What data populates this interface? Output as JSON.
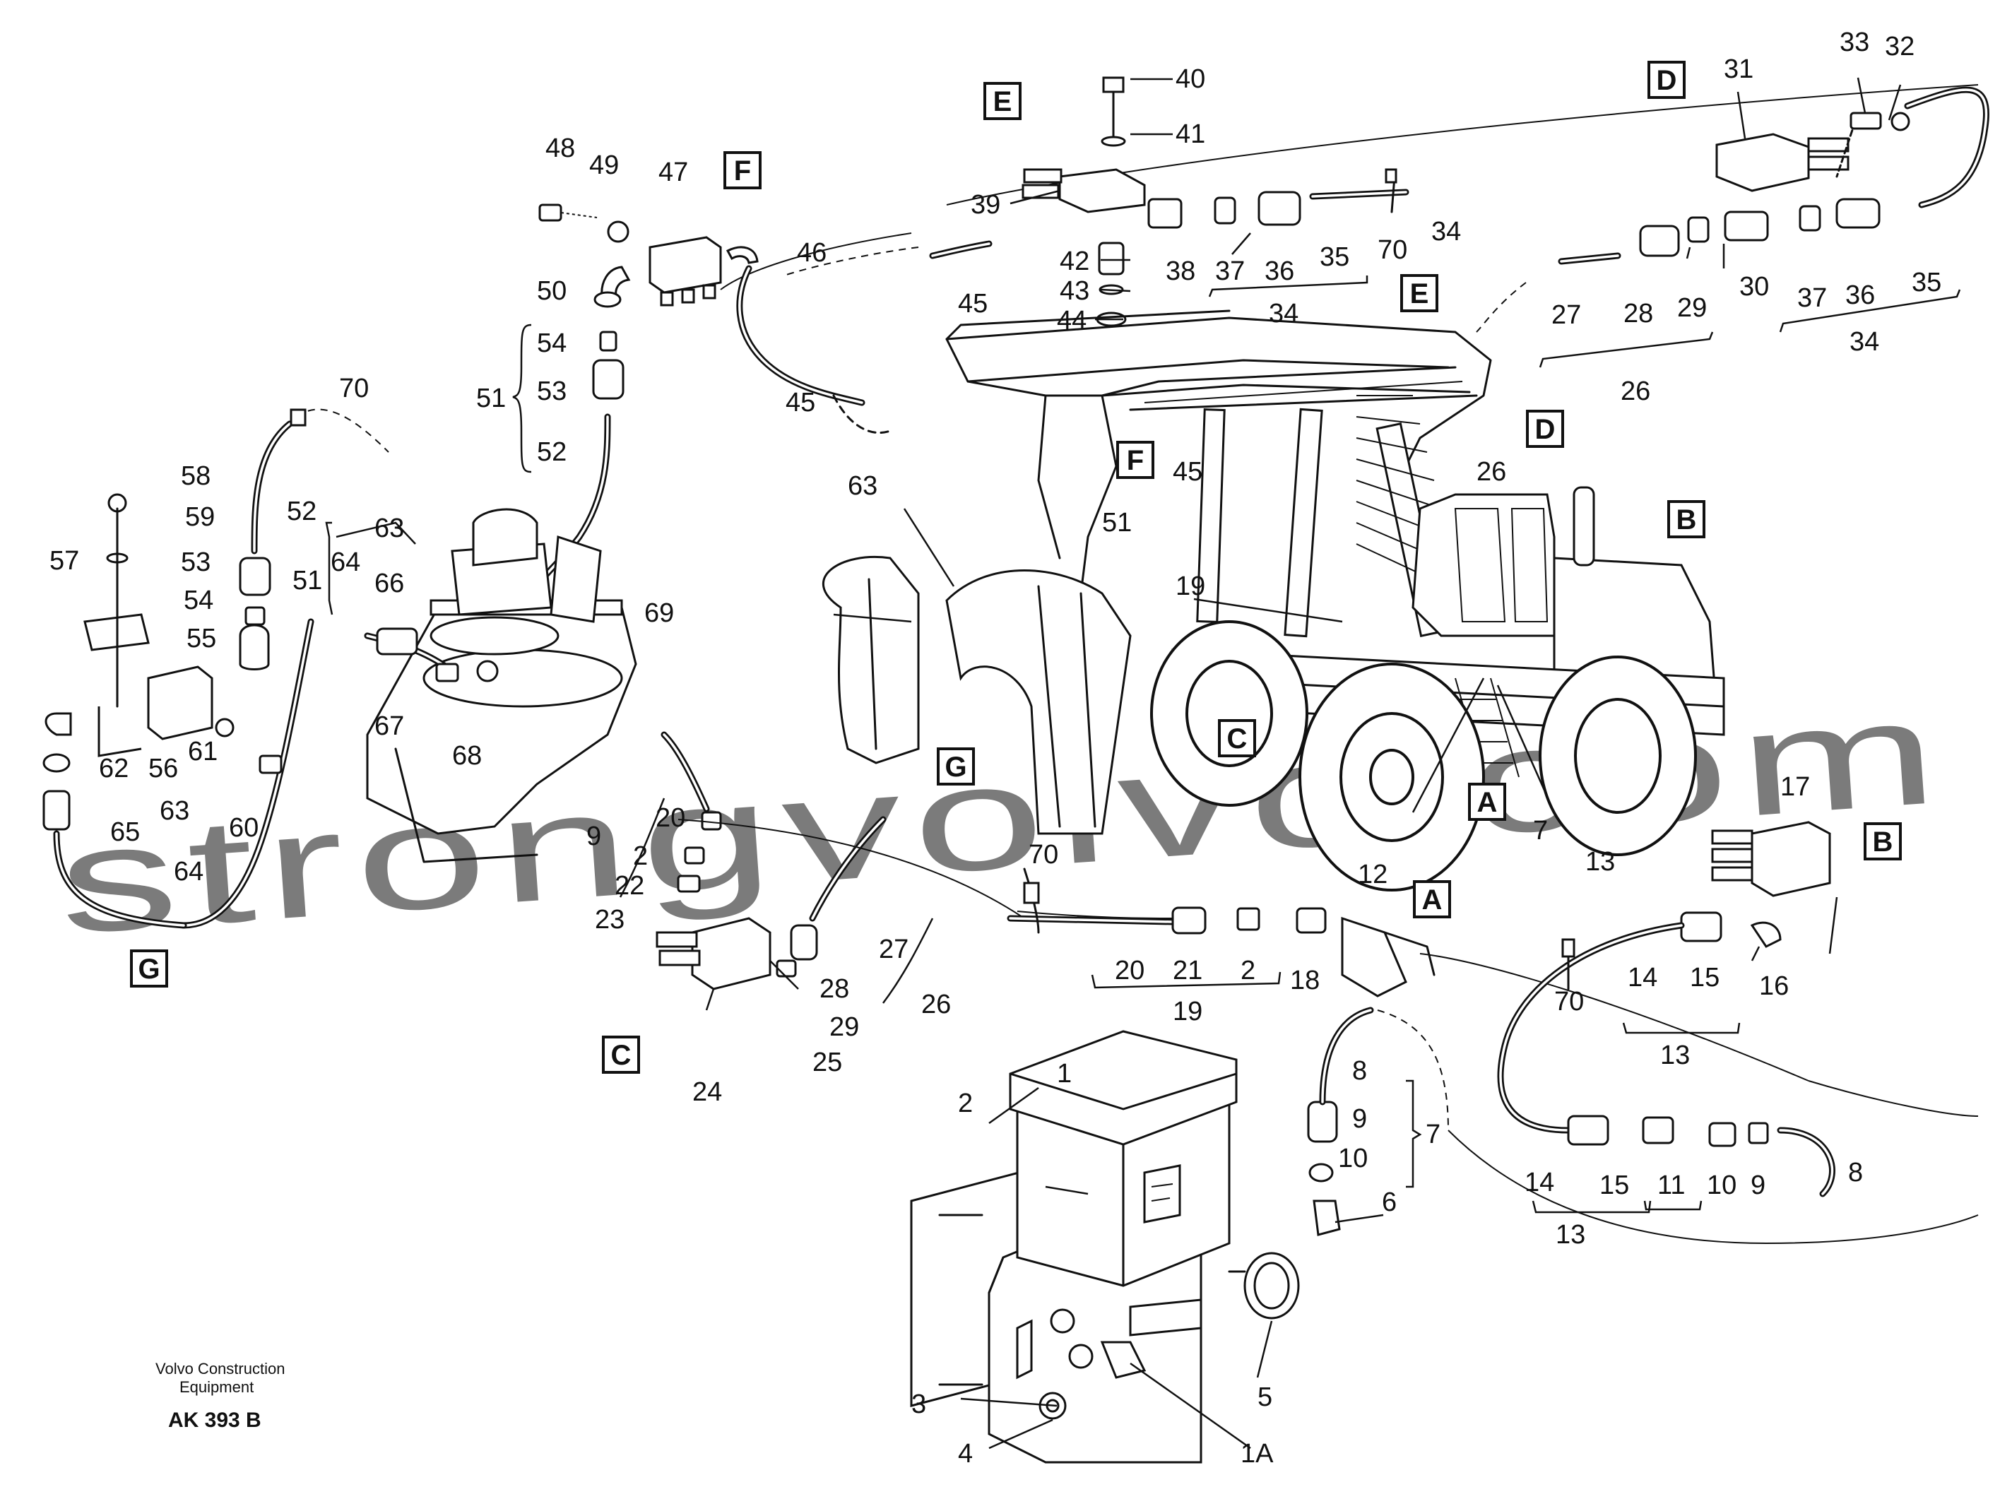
{
  "caption": {
    "company_line1": "Volvo Construction",
    "company_line2": "Equipment",
    "code": "AK 393 B"
  },
  "watermark": "strongvolvo.com",
  "colors": {
    "line": "#111111",
    "watermark": "#e8a0a0",
    "background": "#ffffff"
  },
  "detail_letters": [
    "E",
    "F",
    "D",
    "E",
    "F",
    "D",
    "B",
    "C",
    "G",
    "A",
    "B",
    "A",
    "C",
    "G"
  ],
  "part_numbers": [
    "40",
    "41",
    "39",
    "42",
    "43",
    "44",
    "38",
    "37",
    "36",
    "35",
    "70",
    "45",
    "34",
    "31",
    "33",
    "32",
    "34",
    "27",
    "28",
    "29",
    "30",
    "37",
    "36",
    "35",
    "26",
    "34",
    "48",
    "49",
    "47",
    "46",
    "50",
    "54",
    "51",
    "53",
    "52",
    "45",
    "63",
    "51",
    "45",
    "26",
    "70",
    "58",
    "59",
    "52",
    "57",
    "53",
    "54",
    "55",
    "51",
    "64",
    "66",
    "63",
    "69",
    "62",
    "56",
    "61",
    "60",
    "67",
    "68",
    "65",
    "63",
    "64",
    "19",
    "7",
    "13",
    "20",
    "9",
    "2",
    "22",
    "23",
    "27",
    "28",
    "29",
    "26",
    "24",
    "25",
    "70",
    "20",
    "21",
    "2",
    "18",
    "19",
    "12",
    "17",
    "16",
    "15",
    "14",
    "70",
    "13",
    "1",
    "2",
    "8",
    "9",
    "10",
    "7",
    "6",
    "14",
    "15",
    "11",
    "10",
    "9",
    "8",
    "13",
    "3",
    "4",
    "5",
    "1A"
  ]
}
